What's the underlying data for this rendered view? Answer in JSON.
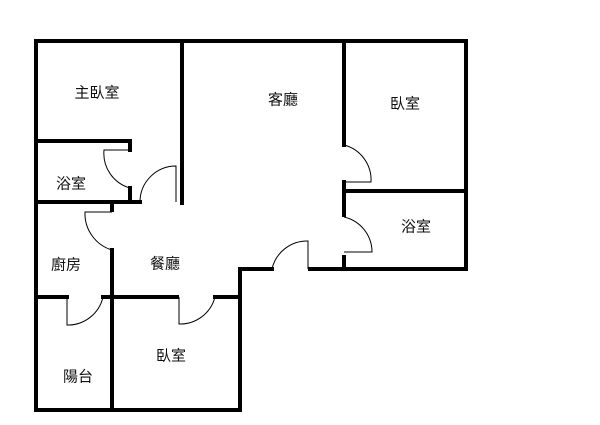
{
  "rooms": {
    "master_bedroom": "主臥室",
    "living_room": "客廳",
    "bedroom_ne": "臥室",
    "bath_master": "浴室",
    "bath_east": "浴室",
    "kitchen": "廚房",
    "dining_room": "餐廳",
    "bedroom_s": "臥室",
    "balcony": "陽台"
  },
  "colors": {
    "wall": "#000000",
    "background": "#ffffff"
  }
}
